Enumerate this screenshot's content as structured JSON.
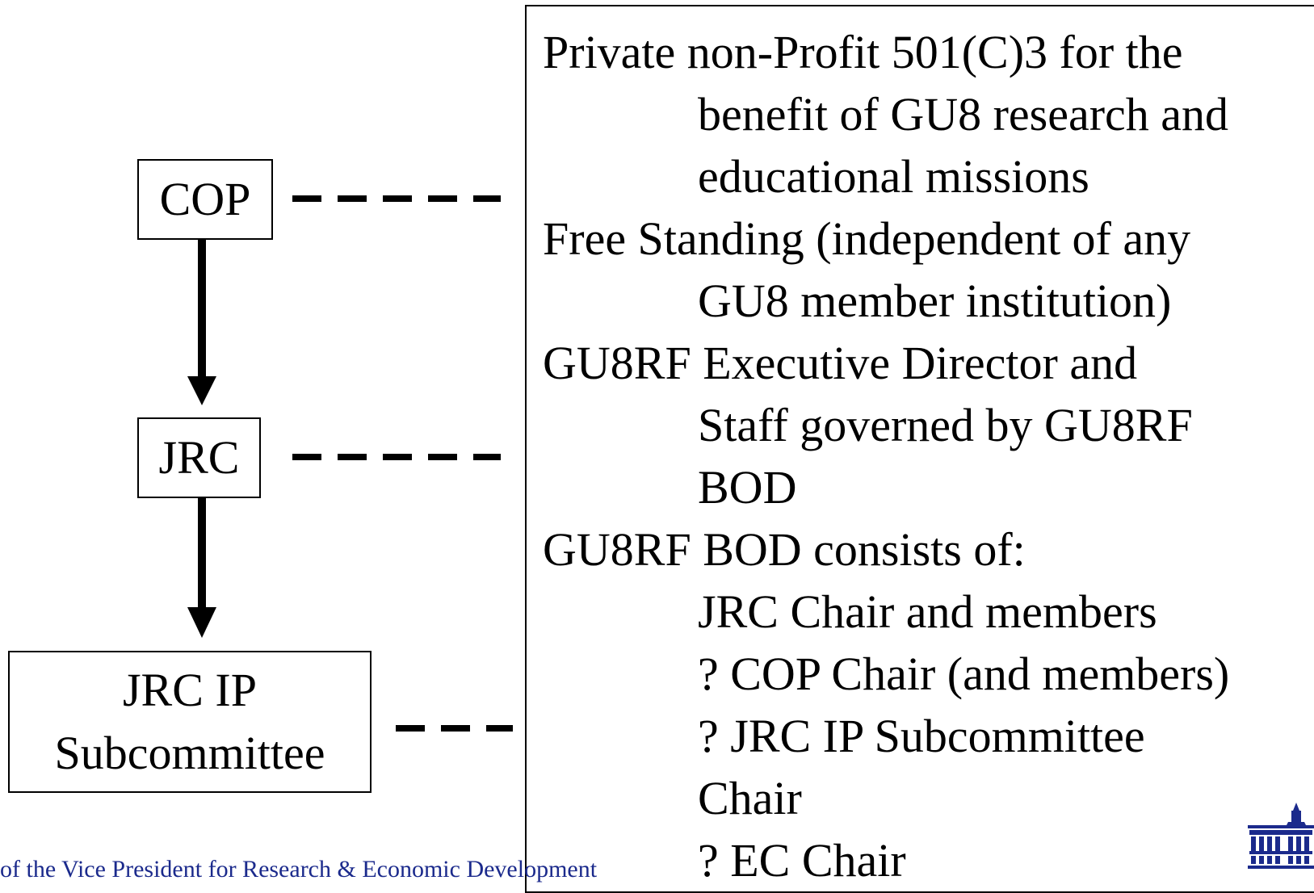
{
  "nodes": {
    "cop": "COP",
    "jrc": "JRC",
    "ip_line1": "JRC IP",
    "ip_line2": "Subcommittee"
  },
  "info_lines": [
    {
      "text": "Private non-Profit 501(C)3 for the",
      "indent": false
    },
    {
      "text": "benefit of GU8 research and",
      "indent": true
    },
    {
      "text": "educational missions",
      "indent": true
    },
    {
      "text": "Free Standing (independent of any",
      "indent": false
    },
    {
      "text": "GU8 member institution)",
      "indent": true
    },
    {
      "text": "GU8RF Executive Director and",
      "indent": false
    },
    {
      "text": "Staff governed by GU8RF",
      "indent": true
    },
    {
      "text": "BOD",
      "indent": true
    },
    {
      "text": "GU8RF BOD consists of:",
      "indent": false
    },
    {
      "text": "JRC Chair and members",
      "indent": true
    },
    {
      "text": "? COP Chair (and members)",
      "indent": true
    },
    {
      "text": "? JRC IP Subcommittee",
      "indent": true
    },
    {
      "text": "Chair",
      "indent": true
    },
    {
      "text": "? EC Chair",
      "indent": true
    }
  ],
  "footer": "of the Vice President for Research & Economic Development",
  "colors": {
    "line": "#000000",
    "footer_text": "#1b2a8c",
    "logo": "#1b2a8c"
  },
  "icons": {
    "logo": "university-building-icon"
  }
}
